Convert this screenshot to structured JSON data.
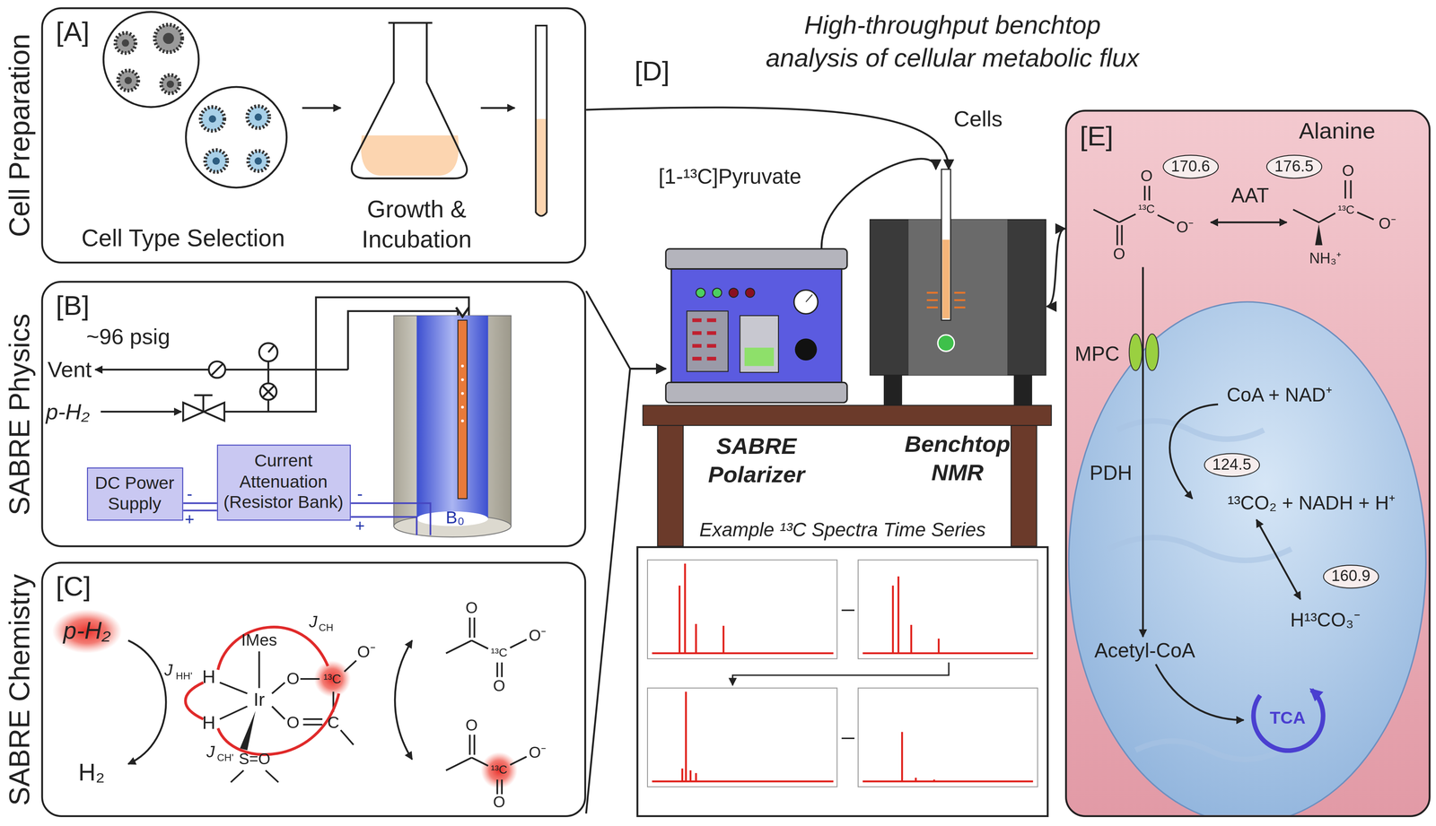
{
  "diagram": {
    "title": "High-throughput benchtop analysis of cellular metabolic flux",
    "nodes": [
      {
        "text": [
          "Cell Preparation",
          "[A]"
        ]
      },
      {
        "text": [
          "SABRE Physics",
          "[B]"
        ]
      },
      {
        "text": [
          "DC Power Supply"
        ],
        "in": 1
      },
      {
        "text": [
          "Current Attenuation (Resistor Bank)"
        ],
        "in": 1
      },
      {
        "text": [
          "SABRE Chemistry",
          "[C]"
        ]
      },
      {
        "text": [
          "Example ¹³C Spectra Time Series"
        ]
      },
      {
        "text": [
          "SABRE Polarizer"
        ]
      },
      {
        "text": [
          "Benchtop NMR"
        ]
      },
      {
        "text": [
          "[E]"
        ]
      }
    ],
    "edges": [
      {
        "from": 0,
        "to": 7,
        "arrow": "to"
      },
      {
        "from": 6,
        "to": 7,
        "label": "[1-¹³C]Pyruvate",
        "arrow": "to"
      },
      {
        "from": 1,
        "to": 6,
        "arrow": "to"
      },
      {
        "from": 4,
        "to": 6,
        "arrow": "to"
      },
      {
        "from": 7,
        "to": 8,
        "arrow": "both"
      }
    ],
    "labels": [
      "Cell Type Selection",
      "Growth & Incubation",
      "~96 psig",
      "Vent",
      "p-H₂",
      "B₀",
      "-",
      "+",
      "-",
      "+",
      "p-H₂",
      "H₂",
      "IMes",
      "Ir",
      "H",
      "H",
      "O",
      "¹³C",
      "O⁻",
      "O",
      "C",
      "S=O",
      "J",
      "CH",
      "J",
      "HH'",
      "J",
      "CH'",
      "O",
      "¹³C",
      "O⁻",
      "O",
      "O",
      "¹³C",
      "O⁻",
      "O",
      "Alanine",
      "170.6",
      "176.5",
      "AAT",
      "O",
      "¹³C",
      "O⁻",
      "O",
      "O",
      "¹³C",
      "O⁻",
      "NH₃⁺",
      "MPC",
      "CoA + NAD⁺",
      "PDH",
      "124.5",
      "¹³CO₂ + NADH + H⁺",
      "160.9",
      "H¹³CO₃⁻",
      "Acetyl-CoA",
      "TCA",
      "[D]",
      "Cells"
    ]
  }
}
